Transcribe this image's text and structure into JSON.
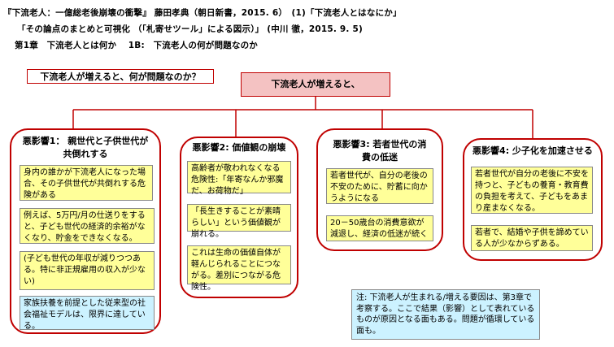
{
  "header": {
    "line1": "『下流老人：一億総老後崩壊の衝撃』 藤田孝典（朝日新書，2015. 6）　(1)「下流老人とはなにか」",
    "line2": "「その論点のまとめと可視化 （「札寄せツール」による図示）」 (中川 徹，2015. 9. 5)",
    "line3": "第1章　下流老人とは何か　 1B:　下流老人の何が問題なのか"
  },
  "question": "下流老人が増えると、何が問題なのか？",
  "root": "下流老人が増えると、",
  "colors": {
    "frame": "#c00000",
    "root_fill": "#f4c2c2",
    "note_yellow": "#ffff99",
    "note_cyan": "#ccf2ff"
  },
  "columns": [
    {
      "title": "悪影響1：  親世代と子供世代が共倒れする",
      "notes": [
        "身内の誰かが下流老人になった場合、その子供世代が共倒れする危険がある",
        "例えば、5万円/月の仕送りをすると、子ども世代の経済的余裕がなくなり、貯金をできなくなる。",
        "(子ども世代の年収が減りつつある。特に非正規雇用の収入が少ない)",
        "家族扶養を前提とした従来型の社会福祉モデルは、限界に達している。"
      ]
    },
    {
      "title": "悪影響2:  価値観の崩壊",
      "notes": [
        "高齢者が敬われなくなる危険性:「年寄なんか邪魔だ、お荷物だ」",
        "「長生きすることが素晴らしい」という価値観が崩れる。",
        "これは生命の価値自体が軽んじられることにつながる。差別につながる危険性。"
      ]
    },
    {
      "title": "悪影響3:  若者世代の消費の低迷",
      "notes": [
        "若者世代が、自分の老後の不安のために、貯蓄に向かうようになる",
        "20－50歳台の消費意欲が減退し、経済の低迷が続く"
      ]
    },
    {
      "title": "悪影響4: 少子化を加速させる",
      "notes": [
        "若者世代が自分の老後に不安を持つと、子どもの養育・教育費の負担を考えて、子どもをあまり産まなくなる。",
        "若者で、結婚や子供を諦めている人が少なからずある。"
      ]
    }
  ],
  "footnote": "注:  下流老人が生まれる/増える要因は、第3章で考察する。ここで結果（影響）として表れているものが原因となる面もある。問題が循環している面も。"
}
